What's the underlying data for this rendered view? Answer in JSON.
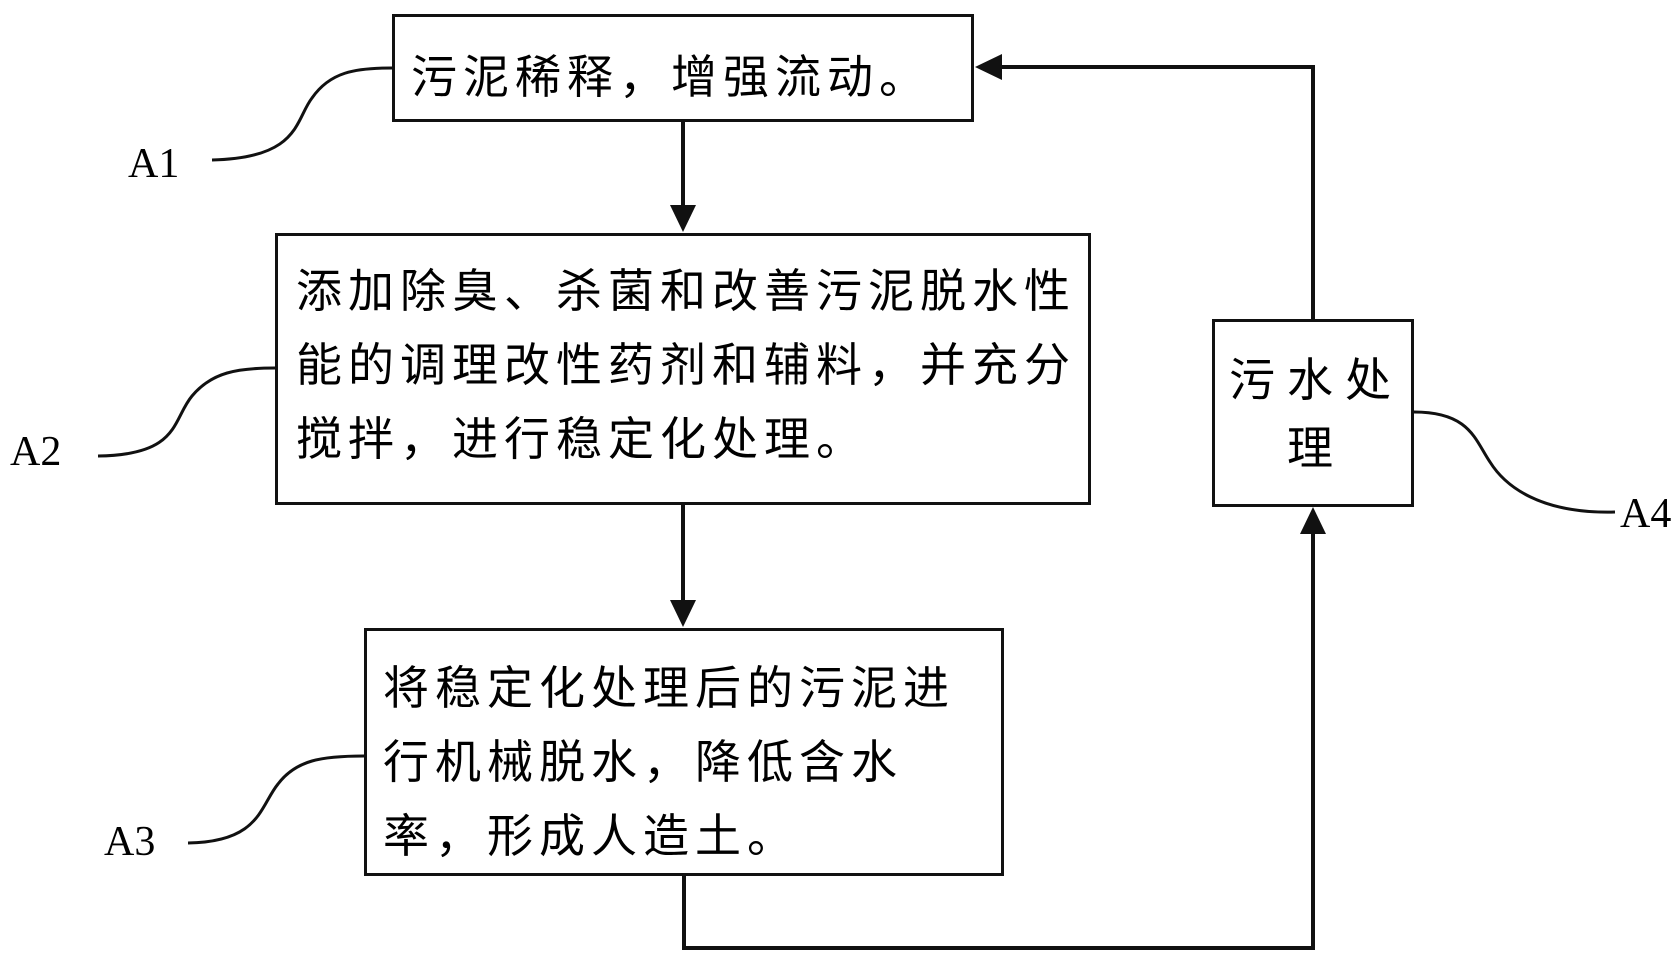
{
  "steps": {
    "a1": {
      "text": "污泥稀释，增强流动。"
    },
    "a2": {
      "text": "添加除臭、杀菌和改善污泥脱水性能的调理改性药剂和辅料，并充分搅拌，进行稳定化处理。"
    },
    "a3": {
      "text": "将稳定化处理后的污泥进行机械脱水，降低含水率，形成人造土。"
    },
    "a4": {
      "text": "污水处理"
    }
  },
  "labels": {
    "a1": "A1",
    "a2": "A2",
    "a3": "A3",
    "a4": "A4"
  }
}
